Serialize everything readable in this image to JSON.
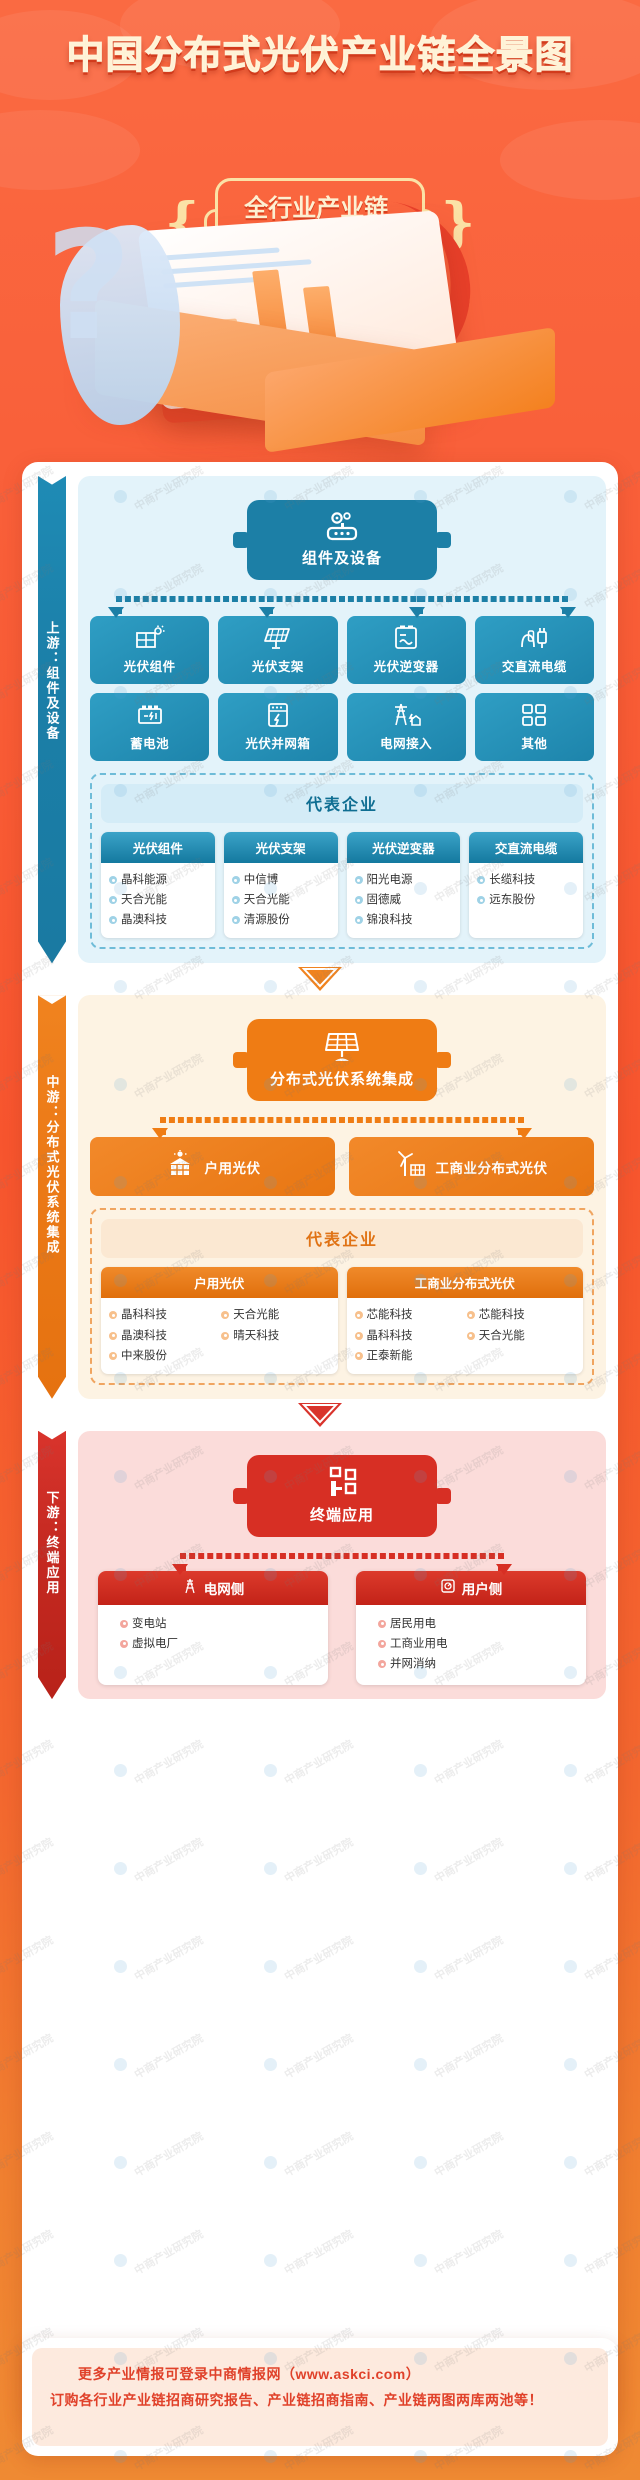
{
  "header": {
    "main_title": "中国分布式光伏产业链全景图",
    "subtitle": "全行业产业链图谱分析"
  },
  "watermark": "中商产业研究院",
  "upstream": {
    "side_label": "上游：组件及设备",
    "hub_label": "组件及设备",
    "hub_icon": "equipment-gear-icon",
    "tiles": [
      {
        "label": "光伏组件",
        "icon": "solar-module-icon"
      },
      {
        "label": "光伏支架",
        "icon": "solar-bracket-icon"
      },
      {
        "label": "光伏逆变器",
        "icon": "inverter-icon"
      },
      {
        "label": "交直流电缆",
        "icon": "cable-plug-icon"
      },
      {
        "label": "蓄电池",
        "icon": "battery-icon"
      },
      {
        "label": "光伏并网箱",
        "icon": "grid-box-icon"
      },
      {
        "label": "电网接入",
        "icon": "power-tower-icon"
      },
      {
        "label": "其他",
        "icon": "grid-squares-icon"
      }
    ],
    "rep_title": "代表企业",
    "companies": [
      {
        "category": "光伏组件",
        "items": [
          "晶科能源",
          "天合光能",
          "晶澳科技"
        ]
      },
      {
        "category": "光伏支架",
        "items": [
          "中信博",
          "天合光能",
          "清源股份"
        ]
      },
      {
        "category": "光伏逆变器",
        "items": [
          "阳光电源",
          "固德威",
          "锦浪科技"
        ]
      },
      {
        "category": "交直流电缆",
        "items": [
          "长缆科技",
          "远东股份"
        ]
      }
    ]
  },
  "midstream": {
    "side_label": "中游：分布式光伏系统集成",
    "hub_label": "分布式光伏系统集成",
    "hub_icon": "solar-panel-icon",
    "tiles": [
      {
        "label": "户用光伏",
        "icon": "house-solar-icon"
      },
      {
        "label": "工商业分布式光伏",
        "icon": "industrial-solar-icon"
      }
    ],
    "rep_title": "代表企业",
    "companies": [
      {
        "category": "户用光伏",
        "items": [
          "晶科科技",
          "天合光能",
          "晶澳科技",
          "晴天科技",
          "中来股份"
        ]
      },
      {
        "category": "工商业分布式光伏",
        "items": [
          "芯能科技",
          "芯能科技",
          "晶科科技",
          "天合光能",
          "正泰新能"
        ]
      }
    ]
  },
  "downstream": {
    "side_label": "下游：终端应用",
    "hub_label": "终端应用",
    "hub_icon": "terminal-application-icon",
    "end_cards": [
      {
        "title": "电网侧",
        "icon": "power-tower-icon",
        "items": [
          "变电站",
          "虚拟电厂"
        ]
      },
      {
        "title": "用户侧",
        "icon": "user-meter-icon",
        "items": [
          "居民用电",
          "工商业用电",
          "并网消纳"
        ]
      }
    ]
  },
  "footer": {
    "line1": "更多产业情报可登录中商情报网（www.askci.com）",
    "line2": "订购各行业产业链招商研究报告、产业链招商指南、产业链两图两库两池等！"
  }
}
